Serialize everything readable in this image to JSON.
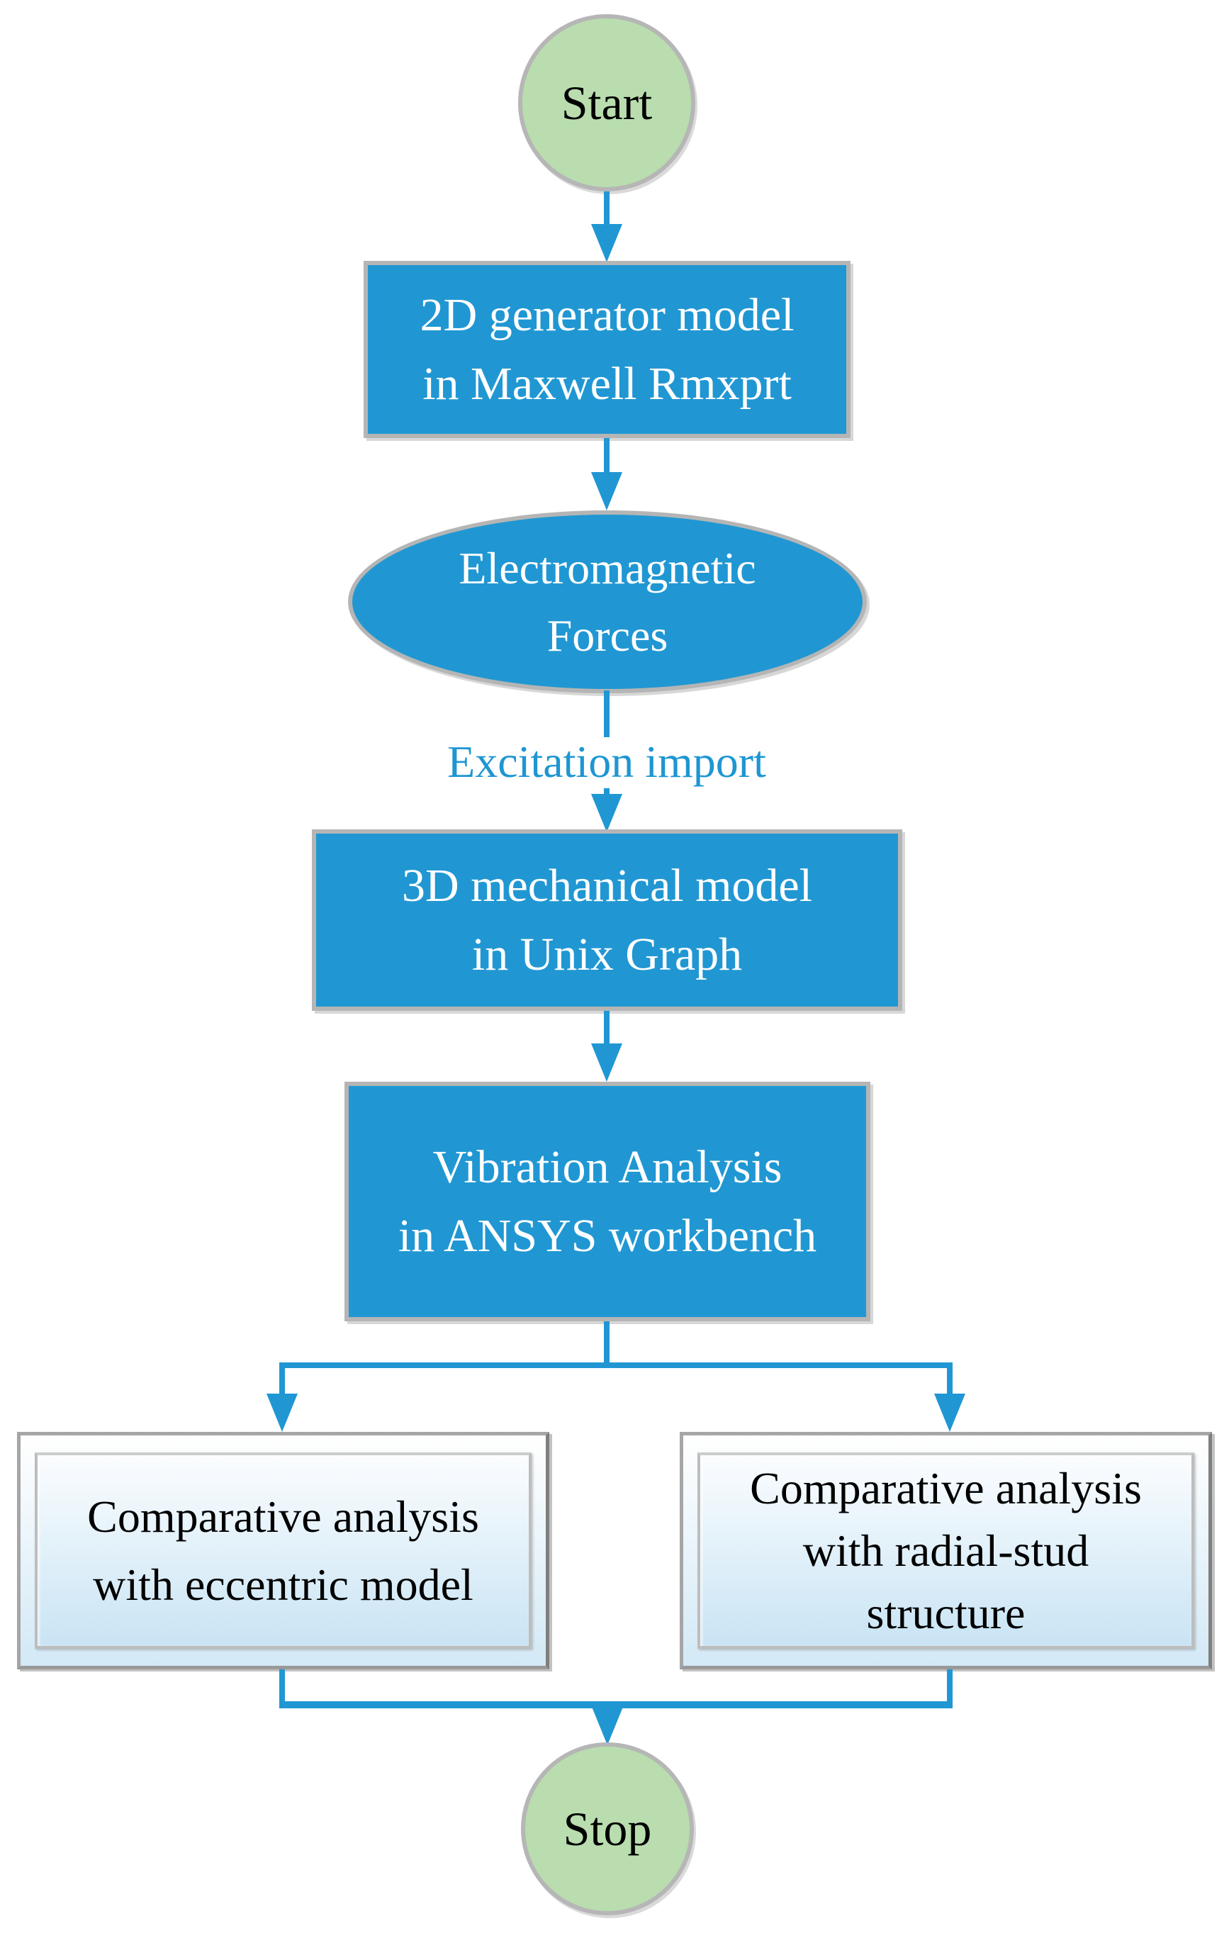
{
  "diagram": {
    "type": "flowchart",
    "nodes": {
      "start": {
        "shape": "circle",
        "label": "Start"
      },
      "model2d": {
        "shape": "rectangle",
        "lines": [
          "2D generator model",
          "in Maxwell Rmxprt"
        ]
      },
      "emforces": {
        "shape": "ellipse",
        "lines": [
          "Electromagnetic",
          "Forces"
        ]
      },
      "model3d": {
        "shape": "rectangle",
        "lines": [
          "3D mechanical model",
          "in Unix Graph"
        ]
      },
      "vibration": {
        "shape": "rectangle",
        "lines": [
          "Vibration Analysis",
          "in ANSYS workbench"
        ]
      },
      "eccentric": {
        "shape": "result-box",
        "lines": [
          "Comparative analysis",
          "with eccentric model"
        ]
      },
      "radialstud": {
        "shape": "result-box",
        "lines": [
          "Comparative analysis",
          "with radial-stud",
          "structure"
        ]
      },
      "stop": {
        "shape": "circle",
        "label": "Stop"
      }
    },
    "edges": {
      "excitation_label": "Excitation import",
      "flow": [
        "start -> model2d",
        "model2d -> emforces",
        "emforces -> model3d (Excitation import)",
        "model3d -> vibration",
        "vibration -> eccentric",
        "vibration -> radialstud",
        "eccentric -> stop",
        "radialstud -> stop"
      ]
    },
    "colors": {
      "process_fill": "#2097d3",
      "process_text": "#ffffff",
      "terminator_fill": "#b9ddae",
      "terminator_text": "#000000",
      "arrow": "#2097d3",
      "shape_border": "#b5b5b5",
      "result_border": "#a6a6a6",
      "result_gradient_top": "#fbfdff",
      "result_gradient_bottom": "#c9e4f4",
      "result_text": "#000000",
      "edge_label_text": "#1e96d2",
      "background": "#ffffff"
    }
  }
}
